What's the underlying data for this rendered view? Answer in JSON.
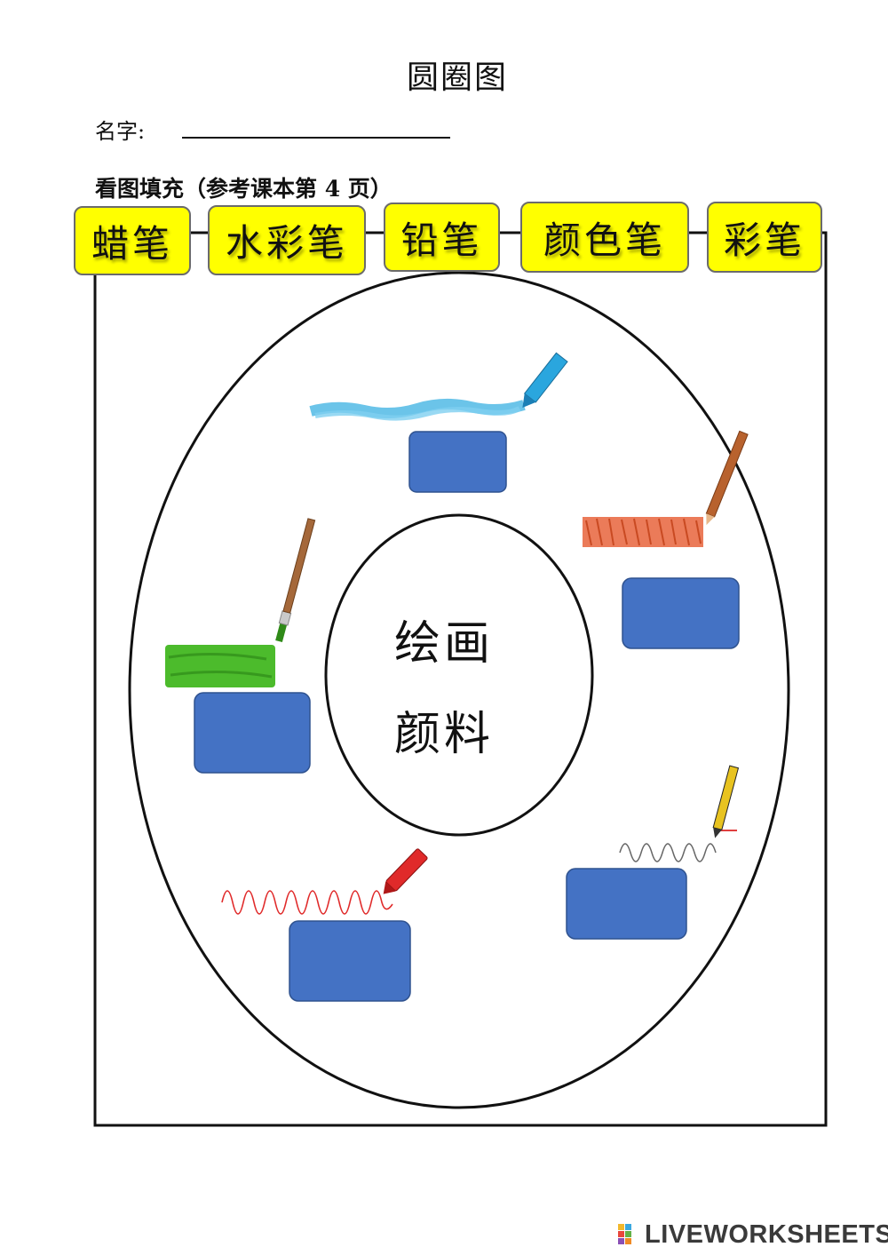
{
  "title": "圆圈图",
  "name_label": "名字:",
  "instruction": "看图填充（参考课本第 4 页）",
  "word_bank": [
    "蜡笔",
    "水彩笔",
    "铅笔",
    "颜色笔",
    "彩笔"
  ],
  "center": {
    "line1": "绘画",
    "line2": "颜料"
  },
  "footer": {
    "logo_text": "LIVEWORKSHEETS",
    "logo_icon": "liveworksheets-icon"
  },
  "colors": {
    "word_bank_fill": "#ffff00",
    "answer_box_fill": "#4472c4",
    "crayon_blue": "#3ab0e2",
    "watercolor_green": "#4cbb2c",
    "pencil_orange": "#e8643c",
    "marker_red": "#e02a2a",
    "pencil_yellow": "#e8c320"
  },
  "illustrations": [
    "blue-crayon-icon",
    "colored-pencil-icon",
    "paintbrush-icon",
    "pencil-icon",
    "red-marker-icon"
  ],
  "answer_boxes": 5
}
